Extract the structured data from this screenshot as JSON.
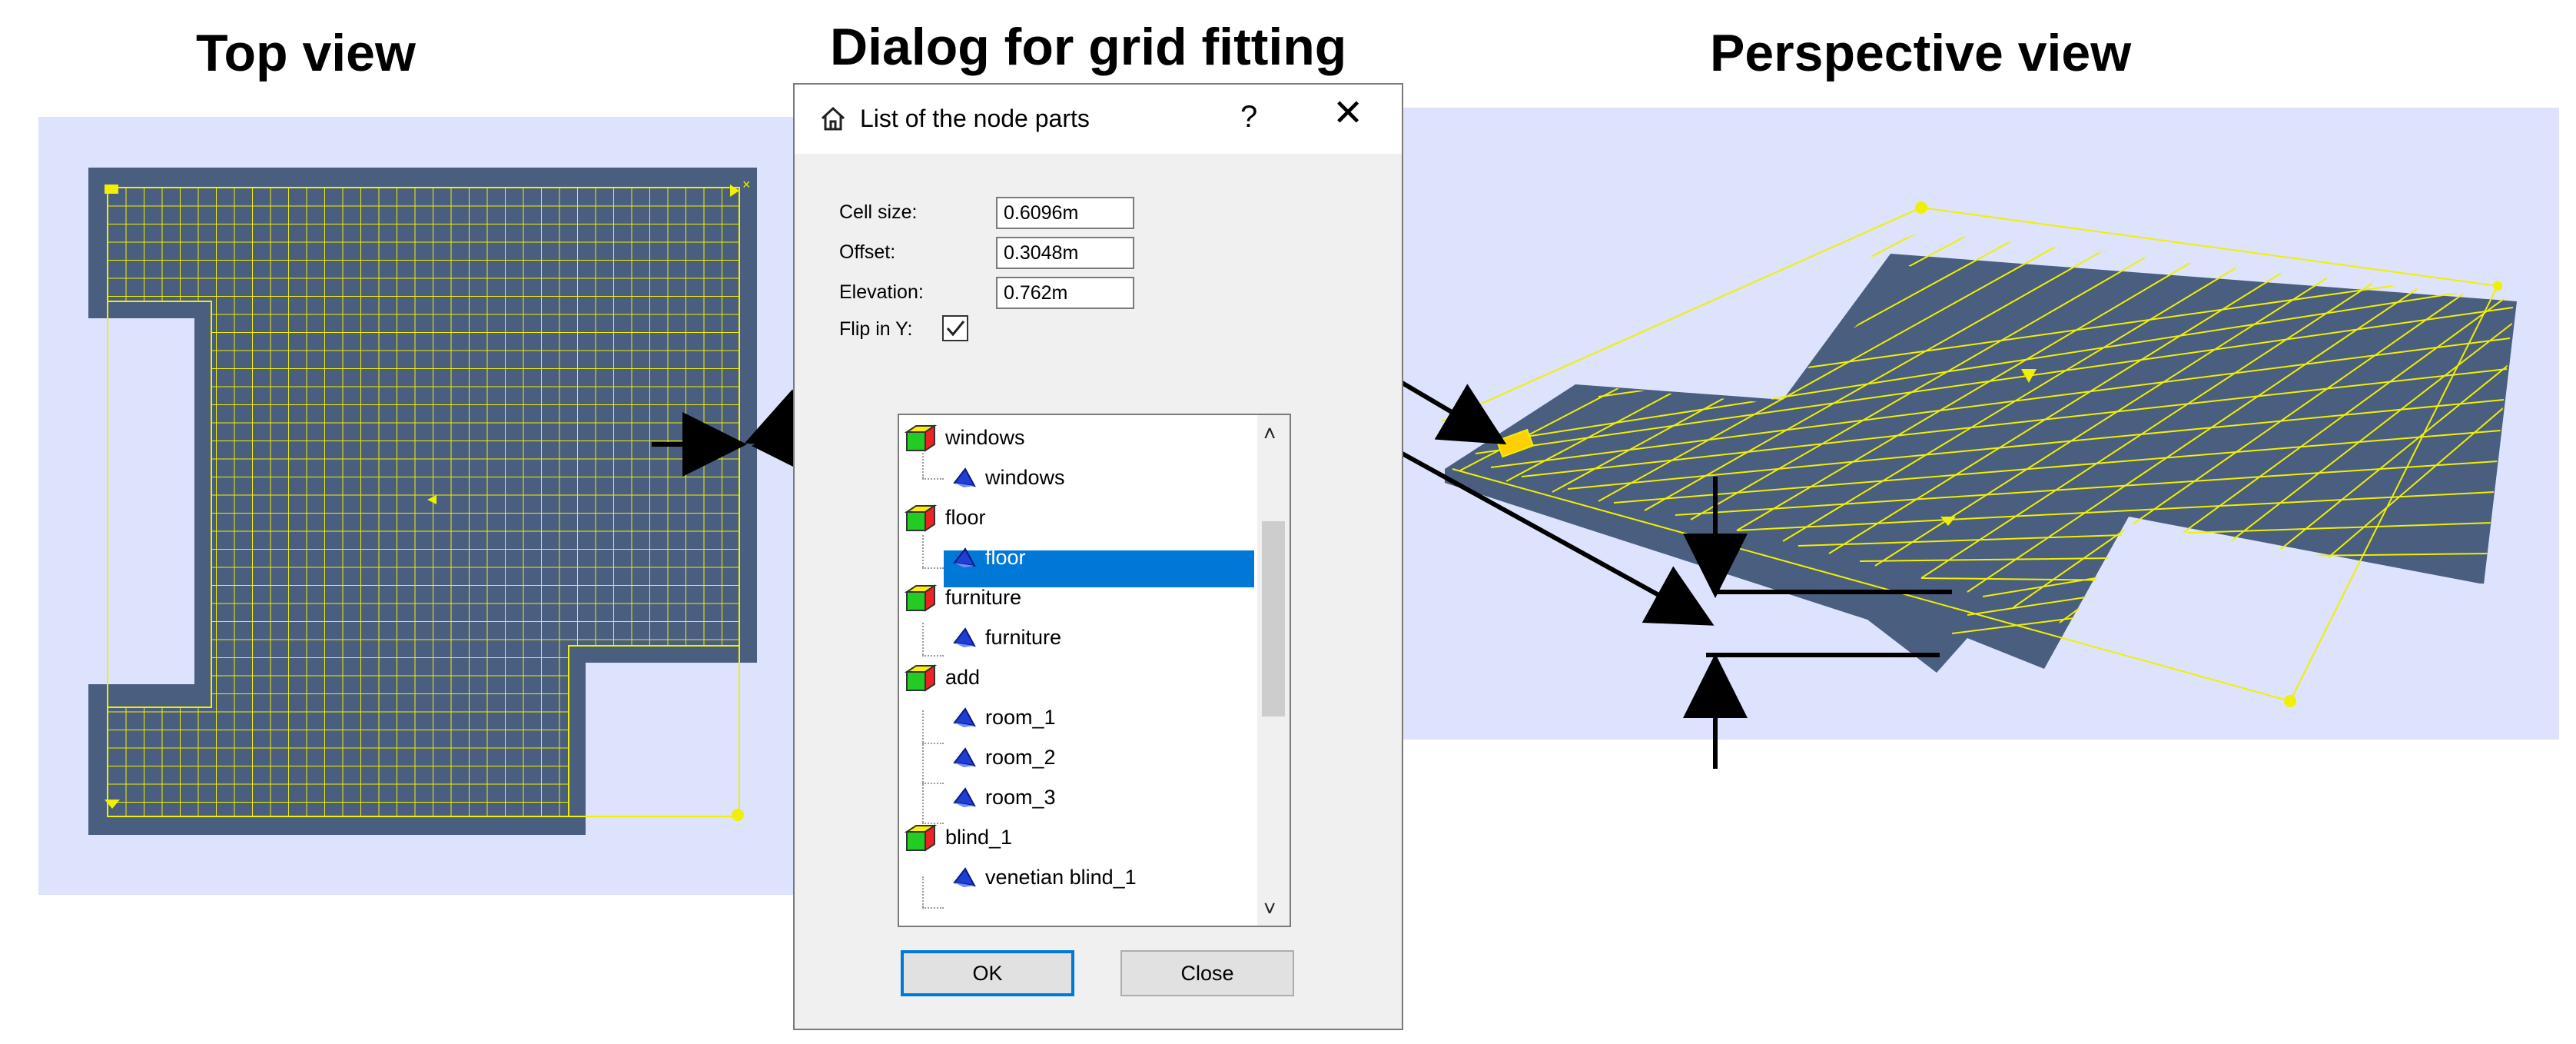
{
  "captions": {
    "top_view": "Top view",
    "dialog": "Dialog for grid fitting",
    "perspective": "Perspective view"
  },
  "colors": {
    "view_background": "#dde3fd",
    "floor_fill": "#4a5e80",
    "grid_line": "#f0f000",
    "selection": "#0078d7"
  },
  "dialog": {
    "title": "List of the node parts",
    "help_glyph": "?",
    "close_glyph": "✕",
    "home_icon": "home-icon",
    "fields": {
      "cell_size_label": "Cell size:",
      "cell_size_value": "0.6096m",
      "offset_label": "Offset:",
      "offset_value": "0.3048m",
      "elevation_label": "Elevation:",
      "elevation_value": "0.762m",
      "flip_label": "Flip in Y:",
      "flip_checked": true
    },
    "tree": [
      {
        "label": "windows",
        "level": 0,
        "icon": "cube-icon"
      },
      {
        "label": "windows",
        "level": 1,
        "icon": "mesh-icon"
      },
      {
        "label": "floor",
        "level": 0,
        "icon": "cube-icon"
      },
      {
        "label": "floor",
        "level": 1,
        "icon": "mesh-icon",
        "selected": true
      },
      {
        "label": "furniture",
        "level": 0,
        "icon": "cube-icon"
      },
      {
        "label": "furniture",
        "level": 1,
        "icon": "mesh-icon"
      },
      {
        "label": "add",
        "level": 0,
        "icon": "cube-icon"
      },
      {
        "label": "room_1",
        "level": 1,
        "icon": "mesh-icon"
      },
      {
        "label": "room_2",
        "level": 1,
        "icon": "mesh-icon"
      },
      {
        "label": "room_3",
        "level": 1,
        "icon": "mesh-icon"
      },
      {
        "label": "blind_1",
        "level": 0,
        "icon": "cube-icon"
      },
      {
        "label": "venetian blind_1",
        "level": 1,
        "icon": "mesh-icon"
      }
    ],
    "scroll_up_glyph": "˄",
    "scroll_down_glyph": "˅",
    "ok_label": "OK",
    "close_label": "Close"
  }
}
